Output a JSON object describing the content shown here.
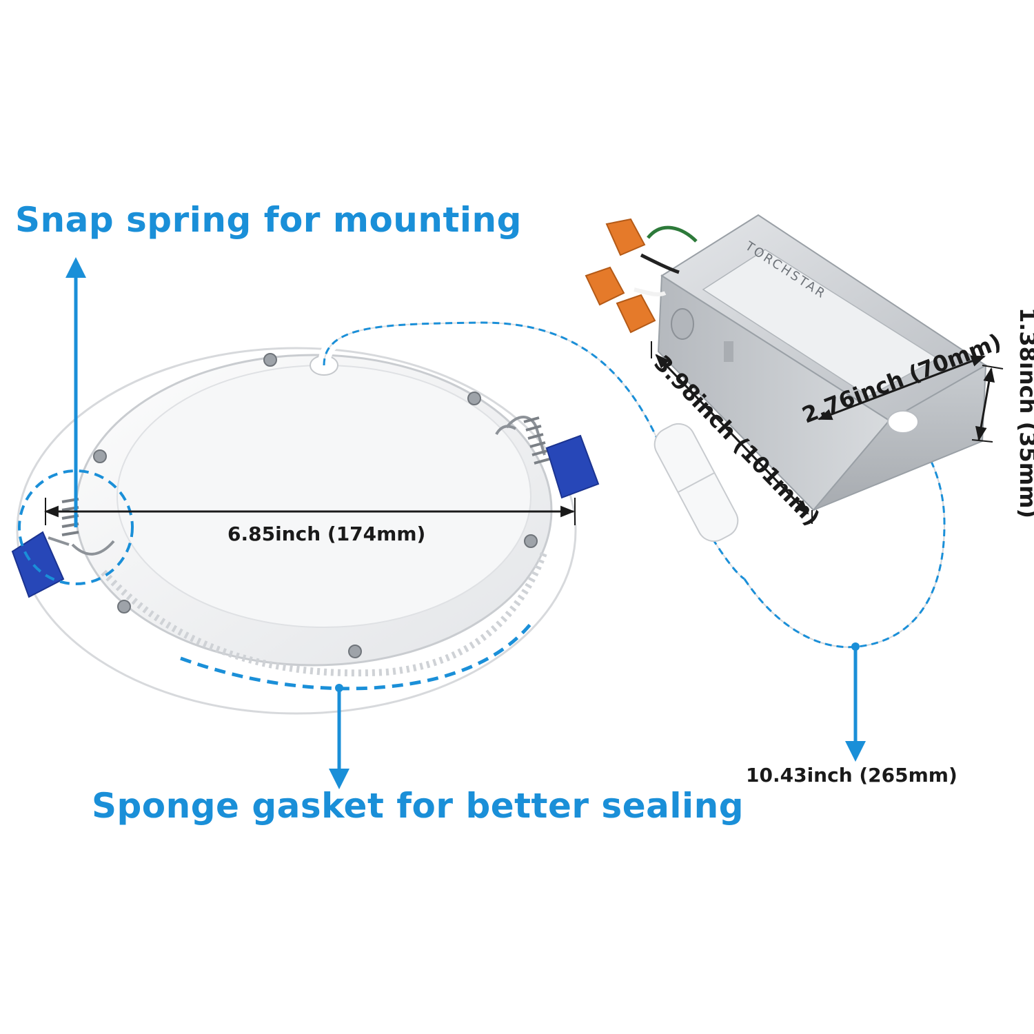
{
  "callouts": {
    "snap_spring": "Snap spring for mounting",
    "sponge_gasket": "Sponge gasket for better sealing"
  },
  "dimensions": {
    "panel_diameter": "6.85inch (174mm)",
    "box_length": "3.98inch (101mm)",
    "box_width": "2.76inch (70mm)",
    "box_height": "1.38inch (35mm)",
    "cable_length": "10.43inch (265mm)"
  },
  "box_brand": "TORCHSTAR",
  "colors": {
    "callout": "#1a8fd8",
    "dimension_text": "#1a1a1a",
    "clip": "#2747b8",
    "wire_nut": "#e57a2a",
    "box": "#c9ccd0"
  }
}
